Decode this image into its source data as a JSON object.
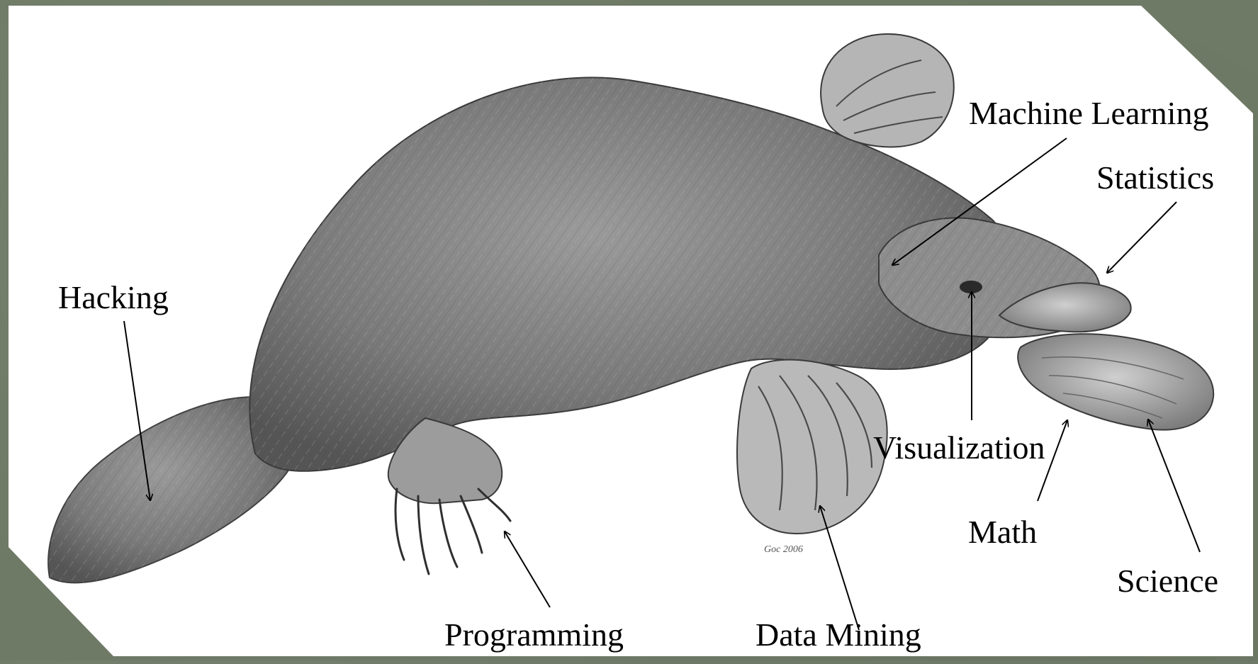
{
  "diagram": {
    "labels": {
      "hacking": "Hacking",
      "machine_learning": "Machine Learning",
      "statistics": "Statistics",
      "visualization": "Visualization",
      "math": "Math",
      "science": "Science",
      "programming": "Programming",
      "data_mining": "Data Mining",
      "signature": "Goc 2006"
    }
  },
  "colors": {
    "background": "#6f7a66",
    "panel": "#ffffff",
    "ink": "#000000",
    "drawing": "#5a5a5a"
  }
}
